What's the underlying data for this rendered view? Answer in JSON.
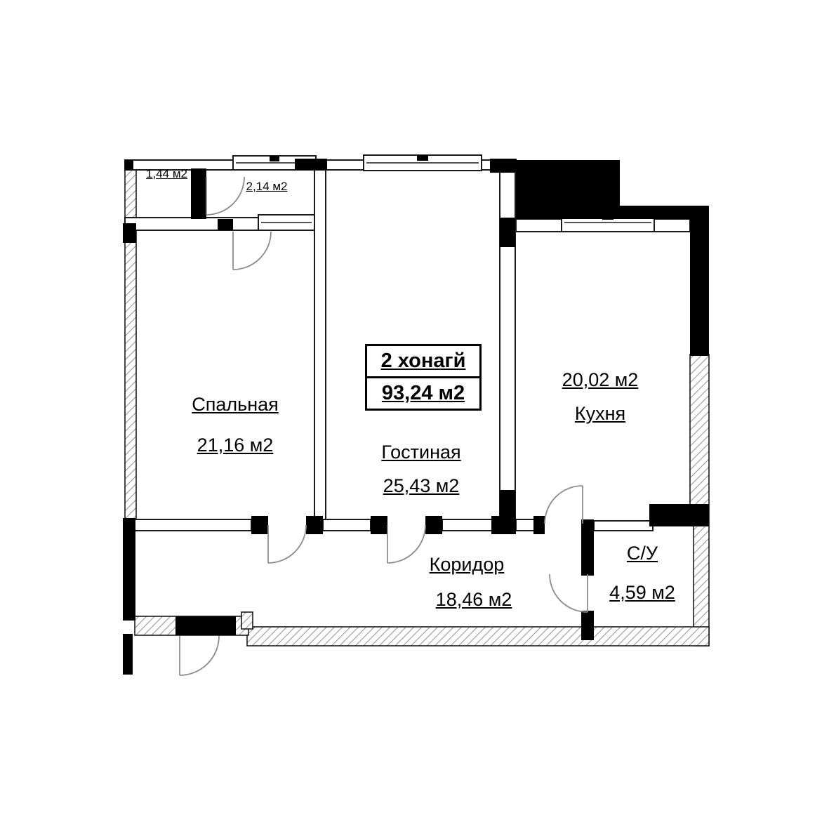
{
  "plan": {
    "title": {
      "rooms_count_label": "2 хонагй",
      "total_area": "93,24 м2"
    },
    "rooms": {
      "bedroom": {
        "name": "Спальная",
        "area": "21,16 м2"
      },
      "living": {
        "name": "Гостиная",
        "area": "25,43 м2"
      },
      "kitchen": {
        "name": "Кухня",
        "area": "20,02 м2"
      },
      "corridor": {
        "name": "Коридор",
        "area": "18,46 м2"
      },
      "bathroom": {
        "name": "С/У",
        "area": "4,59 м2"
      },
      "balcony_small": {
        "area": "1,44 м2"
      },
      "balcony_large": {
        "area": "2,14 м2"
      }
    },
    "colors": {
      "wall": "#000000",
      "hatch_line": "#9a9a9a",
      "door_arc": "#8c8c8c",
      "background": "#ffffff"
    }
  }
}
